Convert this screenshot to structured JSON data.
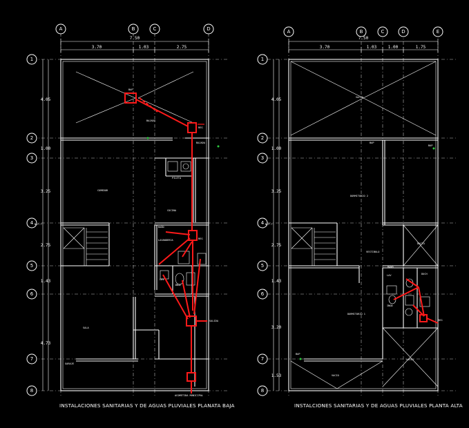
{
  "titles": {
    "plan_1": "INSTALACIONES SANITARIAS Y DE AGUAS PLUVIALES PLANATA BAJA",
    "plan_2": "INSTALCIONES SANITARIAS Y DE AGUAS PLUVIALES PLANTA ALTA"
  },
  "axes": {
    "left_top": [
      "A",
      "B",
      "C",
      "D"
    ],
    "right_top": [
      "A",
      "B",
      "C",
      "D",
      "E"
    ],
    "rows": [
      "1",
      "2",
      "3",
      "4",
      "5",
      "6",
      "7",
      "8"
    ]
  },
  "dimensions": {
    "left_top_total": "7.50",
    "left_top_parts": [
      "3.70",
      "1.03",
      "2.75"
    ],
    "right_top_total": "7.50",
    "right_top_parts": [
      "3.70",
      "1.03",
      "1.00",
      "1.75"
    ],
    "left_side": [
      "4.05",
      "1.00",
      "3.25",
      "2.75",
      "1.43",
      "4.73"
    ],
    "right_side": [
      "4.05",
      "1.00",
      "3.25",
      "2.75",
      "1.43",
      "3.20",
      "1.53"
    ],
    "level_marks": [
      "N.P.T.",
      "N.P.T."
    ]
  },
  "rooms_ground": {
    "comedor": "COMEDOR",
    "cocina": "COCINA",
    "bano": "BAÑO",
    "lavanderia": "LAVANDERIA",
    "sala": "SALA",
    "garaje": "GARAJE"
  },
  "rooms_upper": {
    "vacio_top": "VACIO",
    "dormitorio2": "DORMITORIO 2",
    "vestibulo": "VESTIBULO",
    "dormitorio1": "DORMITORIO 1",
    "bano": "BAÑO",
    "vacio_bottom": "VACIO",
    "vacio_stair": "VACIO",
    "ducto": "DUCTO"
  },
  "notes_ground": {
    "bap_top": "BAP",
    "bajada_1": "BAJADA",
    "bajada_2": "BAJADA",
    "reg": "REG",
    "pileta": "PILETA",
    "lav": "LAV",
    "inod": "INOD",
    "reg2": "REG",
    "salida": "SALIDA",
    "acometida": "ACOMETIDA MUNICIPAL"
  },
  "notes_upper": {
    "bap1": "BAP",
    "bap2": "BAP",
    "bap3": "BAP",
    "lav": "LAV",
    "inod": "INOD",
    "duch": "DUCH",
    "reg": "REG"
  }
}
